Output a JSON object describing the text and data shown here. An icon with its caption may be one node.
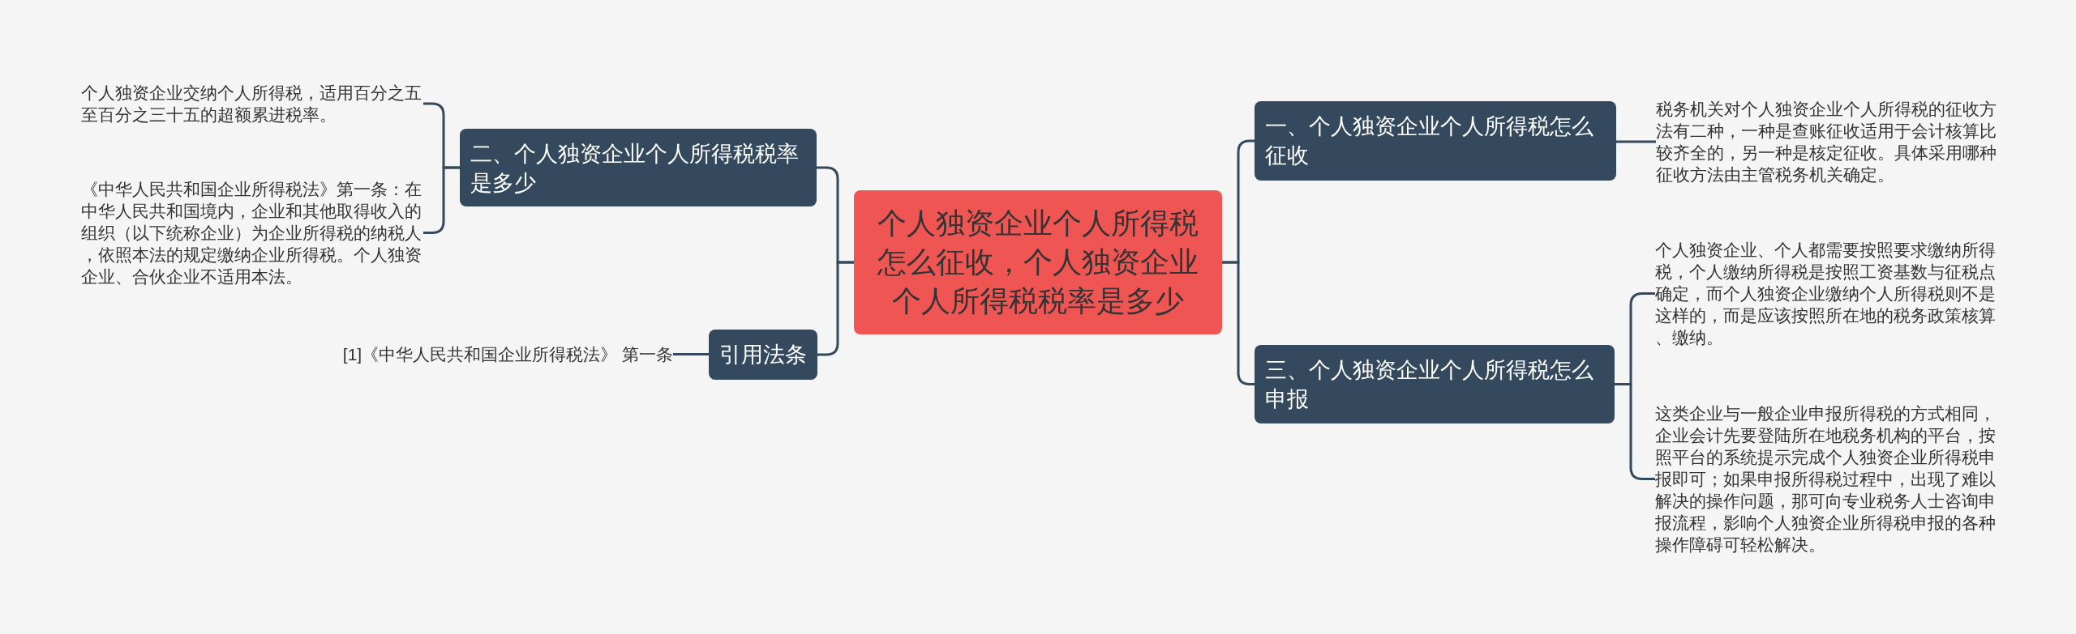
{
  "diagram": {
    "nodes": [
      {
        "text": [
          "个人独资企业个人所得税怎么征收，个人独资企业个人所得税税率是多少"
        ]
      },
      {
        "text": [
          "一、个人独资企业个人所得税怎么征收"
        ]
      },
      {
        "text": [
          "税务机关对个人独资企业个人所得税的征收方法有二种，一种是查账征收适用于会计核算比较齐全的，另一种是核定征收。具体采用哪种征收方法由主管税务机关确定。"
        ]
      },
      {
        "text": [
          "三、个人独资企业个人所得税怎么申报"
        ]
      },
      {
        "text": [
          "个人独资企业、个人都需要按照要求缴纳所得税，个人缴纳所得税是按照工资基数与征税点确定，而个人独资企业缴纳个人所得税则不是这样的，而是应该按照所在地的税务政策核算、缴纳。"
        ]
      },
      {
        "text": [
          "这类企业与一般企业申报所得税的方式相同，企业会计先要登陆所在地税务机构的平台，按照平台的系统提示完成个人独资企业所得税申报即可；如果申报所得税过程中，出现了难以解决的操作问题，那可向专业税务人士咨询申报流程，影响个人独资企业所得税申报的各种操作障碍可轻松解决。"
        ]
      },
      {
        "text": [
          "二、个人独资企业个人所得税税率是多少"
        ]
      },
      {
        "text": [
          "个人独资企业交纳个人所得税，适用百分之五至百分之三十五的超额累进税率。"
        ]
      },
      {
        "text": [
          "《中华人民共和国企业所得税法》第一条：在中华人民共和国境内，企业和其他取得收入的组织（以下统称企业）为企业所得税的纳税人，依照本法的规定缴纳企业所得税。个人独资企业、合伙企业不适用本法。"
        ]
      },
      {
        "text": [
          "引用法条"
        ]
      },
      {
        "text": [
          "[1]《中华人民共和国企业所得税法》 第一条"
        ]
      }
    ],
    "edges": [
      {
        "from": 0,
        "to": 1,
        "arrow": "none"
      },
      {
        "from": 1,
        "to": 2,
        "arrow": "none"
      },
      {
        "from": 0,
        "to": 3,
        "arrow": "none"
      },
      {
        "from": 3,
        "to": 4,
        "arrow": "none"
      },
      {
        "from": 3,
        "to": 5,
        "arrow": "none"
      },
      {
        "from": 0,
        "to": 6,
        "arrow": "none"
      },
      {
        "from": 6,
        "to": 7,
        "arrow": "none"
      },
      {
        "from": 6,
        "to": 8,
        "arrow": "none"
      },
      {
        "from": 0,
        "to": 9,
        "arrow": "none"
      },
      {
        "from": 9,
        "to": 10,
        "arrow": "none"
      }
    ]
  }
}
